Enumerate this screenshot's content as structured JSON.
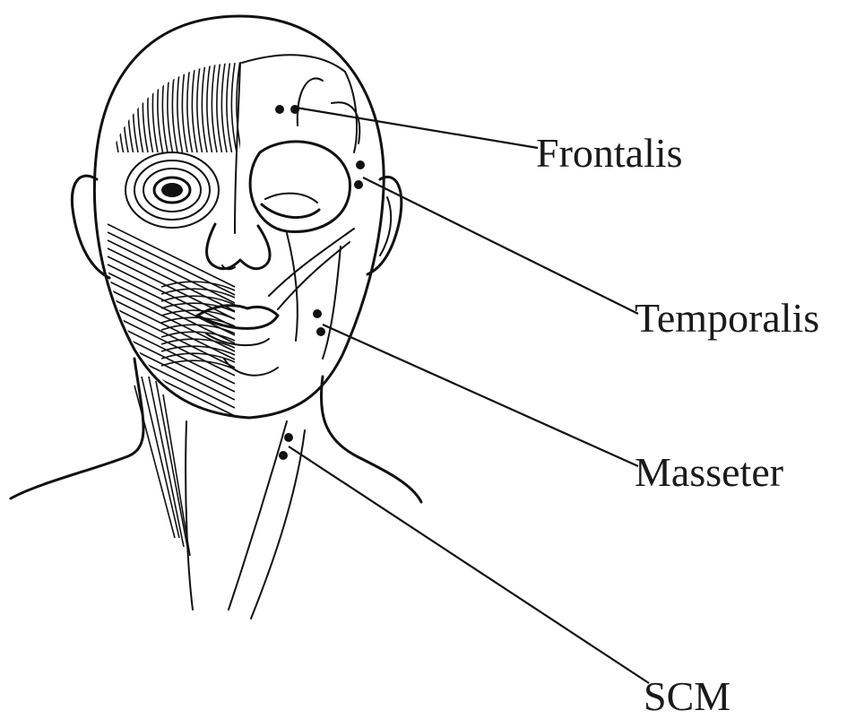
{
  "labels": {
    "frontalis": "Frontalis",
    "temporalis": "Temporalis",
    "masseter": "Masseter",
    "scm": "SCM"
  }
}
